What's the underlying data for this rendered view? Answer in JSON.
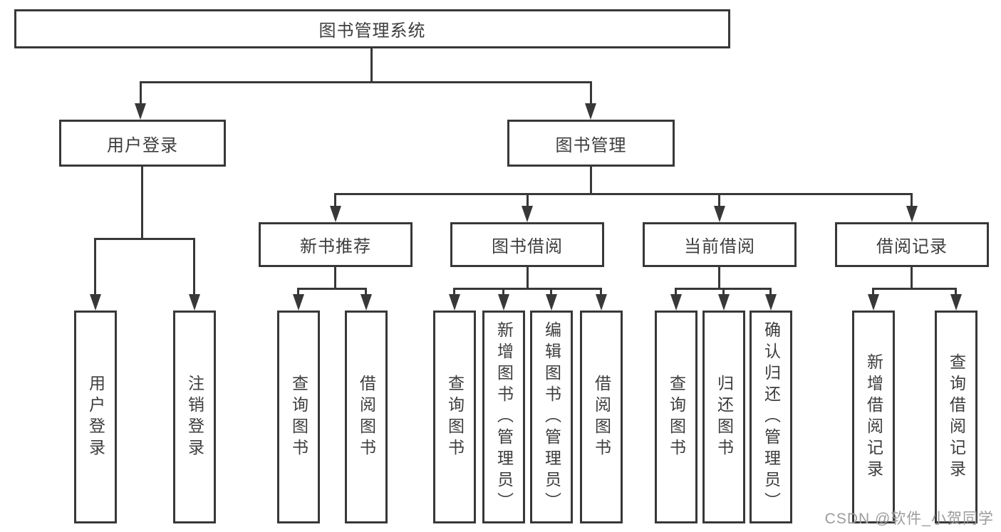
{
  "diagram": {
    "root": {
      "label": "图书管理系统"
    },
    "level2": [
      {
        "label": "用户登录"
      },
      {
        "label": "图书管理"
      }
    ],
    "level3": [
      {
        "label": "新书推荐"
      },
      {
        "label": "图书借阅"
      },
      {
        "label": "当前借阅"
      },
      {
        "label": "借阅记录"
      }
    ],
    "leaves": [
      {
        "label": "用户登录"
      },
      {
        "label": "注销登录"
      },
      {
        "label": "查询图书"
      },
      {
        "label": "借阅图书"
      },
      {
        "label": "查询图书"
      },
      {
        "label": "新增图书（管理员）"
      },
      {
        "label": "编辑图书（管理员）"
      },
      {
        "label": "借阅图书"
      },
      {
        "label": "查询图书"
      },
      {
        "label": "归还图书"
      },
      {
        "label": "确认归还（管理员）"
      },
      {
        "label": "新增借阅记录"
      },
      {
        "label": "查询借阅记录"
      }
    ]
  },
  "watermark": {
    "text": "CSDN @软件_小贺同学"
  },
  "colors": {
    "line": "#383838",
    "box_border": "#383838",
    "text": "#3d3d3d",
    "watermark_text": "#9b9b9b",
    "background": "#ffffff"
  }
}
